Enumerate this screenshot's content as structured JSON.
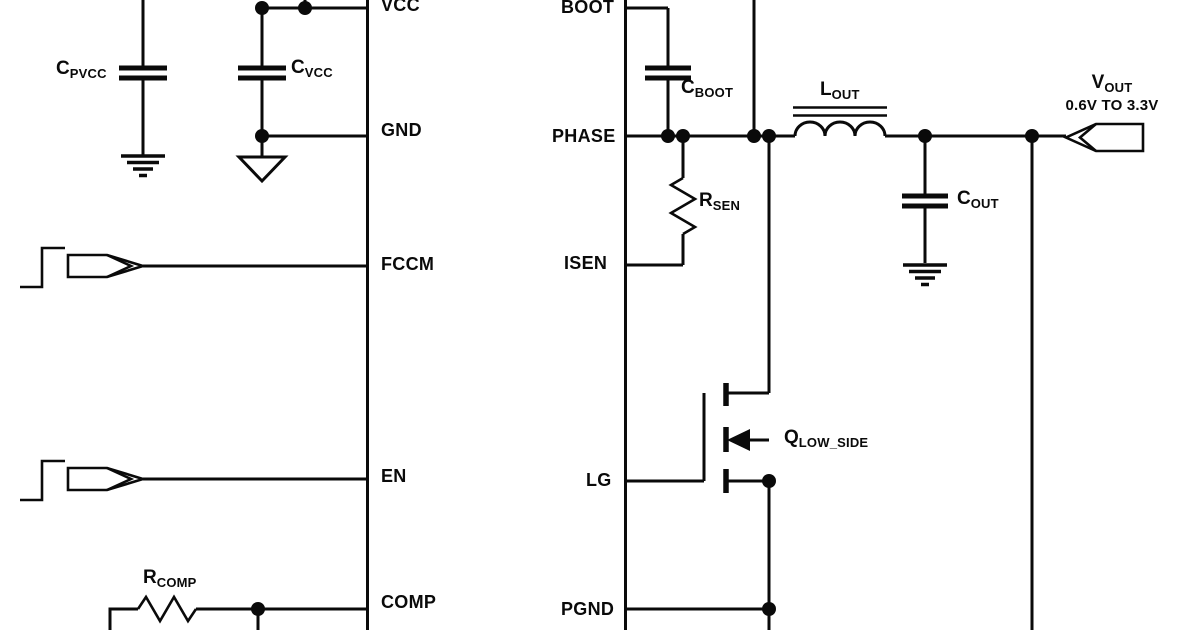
{
  "diagram": {
    "kind": "circuit-schematic",
    "background": "#ffffff",
    "line_color": "#0a0a0a"
  },
  "ic": {
    "left_pins": {
      "vcc": "VCC",
      "gnd": "GND",
      "fccm": "FCCM",
      "en": "EN",
      "comp": "COMP"
    },
    "right_pins": {
      "boot": "BOOT",
      "phase": "PHASE",
      "isen": "ISEN",
      "lg": "LG",
      "pgnd": "PGND"
    }
  },
  "components": {
    "c_pvcc": {
      "main": "C",
      "sub": "PVCC"
    },
    "c_vcc": {
      "main": "C",
      "sub": "VCC"
    },
    "c_boot": {
      "main": "C",
      "sub": "BOOT"
    },
    "l_out": {
      "main": "L",
      "sub": "OUT"
    },
    "c_out": {
      "main": "C",
      "sub": "OUT"
    },
    "r_sen": {
      "main": "R",
      "sub": "SEN"
    },
    "r_comp": {
      "main": "R",
      "sub": "COMP"
    },
    "q_low_side": {
      "main": "Q",
      "sub": "LOW_SIDE"
    },
    "v_out": {
      "main": "V",
      "sub": "OUT",
      "range": "0.6V TO 3.3V"
    }
  }
}
